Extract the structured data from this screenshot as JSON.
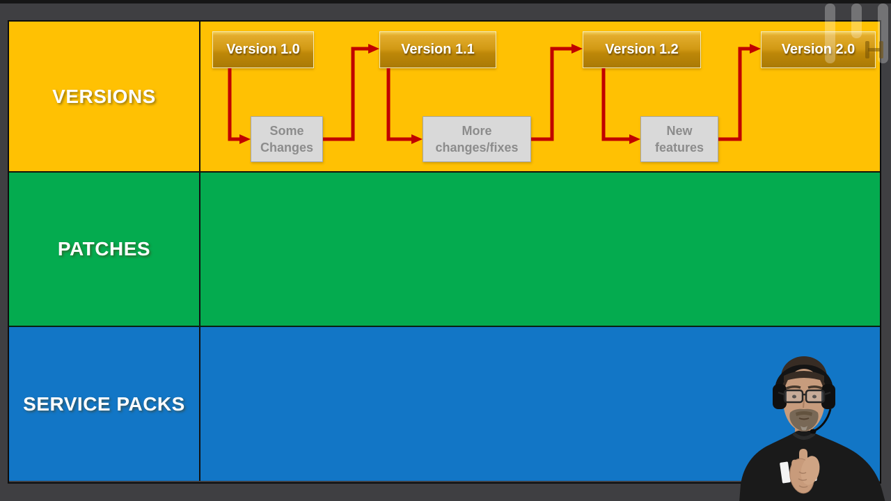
{
  "slide": {
    "rows": [
      {
        "label": "VERSIONS",
        "color": "#FFC103"
      },
      {
        "label": "PATCHES",
        "color": "#04AB4F"
      },
      {
        "label": "SERVICE PACKS",
        "color": "#1276C6"
      }
    ],
    "flow": {
      "arrow_color": "#C00000",
      "versions": [
        {
          "label": "Version 1.0"
        },
        {
          "label": "Version 1.1"
        },
        {
          "label": "Version 1.2"
        },
        {
          "label": "Version 2.0"
        }
      ],
      "changes": [
        {
          "label": "Some Changes"
        },
        {
          "label": "More changes/fixes"
        },
        {
          "label": "New features"
        }
      ],
      "connections": [
        {
          "from": "Version 1.0",
          "to": "Some Changes"
        },
        {
          "from": "Some Changes",
          "to": "Version 1.1"
        },
        {
          "from": "Version 1.1",
          "to": "More changes/fixes"
        },
        {
          "from": "More changes/fixes",
          "to": "Version 1.2"
        },
        {
          "from": "Version 1.2",
          "to": "New features"
        },
        {
          "from": "New features",
          "to": "Version 2.0"
        }
      ]
    },
    "style": {
      "version_box_gradient_top": "#F3CF5A",
      "version_box_gradient_bottom": "#AA7A05",
      "version_box_border": "#F2E9BC",
      "change_box_bg": "#D9D9D9",
      "change_box_border": "#A6A6A6",
      "change_box_text": "#8C8C8C",
      "frame_bg": "#3F3F42",
      "table_border": "#0D0D0D"
    }
  },
  "overlays": {
    "watermark_icon": "channel-logo-watermark",
    "webcam": "presenter-with-headset"
  }
}
